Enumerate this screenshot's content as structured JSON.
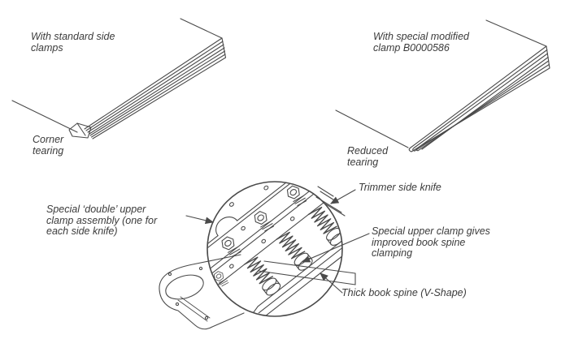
{
  "panels": {
    "standard": {
      "caption": "With standard side\nclamps",
      "result": "Corner\ntearing"
    },
    "modified": {
      "caption": "With special modified\nclamp B0000586",
      "result": "Reduced\ntearing"
    }
  },
  "detail_view": {
    "labels": {
      "double_clamp": "Special ‘double’ upper\nclamp assembly (one for\neach side knife)",
      "trimmer_knife": "Trimmer side knife",
      "upper_clamp": "Special upper clamp gives\nimproved book spine\nclamping",
      "book_spine": "Thick book spine (V-Shape)"
    }
  },
  "colors": {
    "line": "#4a4a4a",
    "text": "#3b3b3b",
    "background": "#ffffff"
  }
}
